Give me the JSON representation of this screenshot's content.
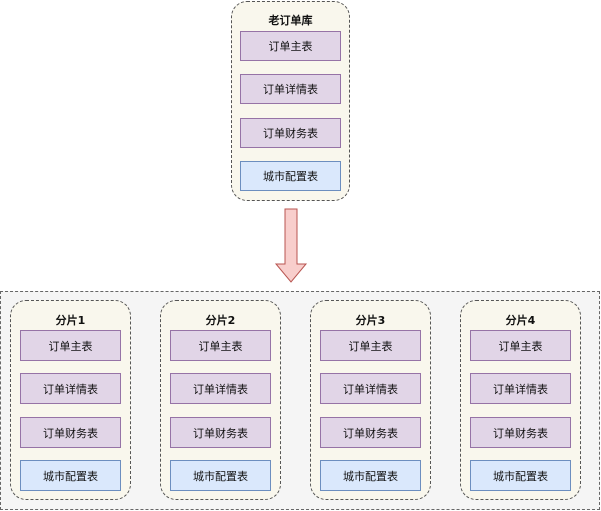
{
  "old_db": {
    "title": "老订单库",
    "tables": [
      {
        "label": "订单主表",
        "kind": "order"
      },
      {
        "label": "订单详情表",
        "kind": "order"
      },
      {
        "label": "订单财务表",
        "kind": "order"
      },
      {
        "label": "城市配置表",
        "kind": "config"
      }
    ]
  },
  "arrow": {
    "icon": "arrow-down-icon",
    "fill": "#f8cecc",
    "stroke": "#b85450"
  },
  "shards": [
    {
      "title": "分片1",
      "tables": [
        "订单主表",
        "订单详情表",
        "订单财务表",
        "城市配置表"
      ]
    },
    {
      "title": "分片2",
      "tables": [
        "订单主表",
        "订单详情表",
        "订单财务表",
        "城市配置表"
      ]
    },
    {
      "title": "分片3",
      "tables": [
        "订单主表",
        "订单详情表",
        "订单财务表",
        "城市配置表"
      ]
    },
    {
      "title": "分片4",
      "tables": [
        "订单主表",
        "订单详情表",
        "订单财务表",
        "城市配置表"
      ]
    }
  ],
  "colors": {
    "order_table_fill": "#e1d5e7",
    "order_table_stroke": "#9673a6",
    "config_table_fill": "#dae8fc",
    "config_table_stroke": "#6c8ebf",
    "db_fill": "#f9f7ed",
    "container_fill": "#f5f5f5"
  }
}
